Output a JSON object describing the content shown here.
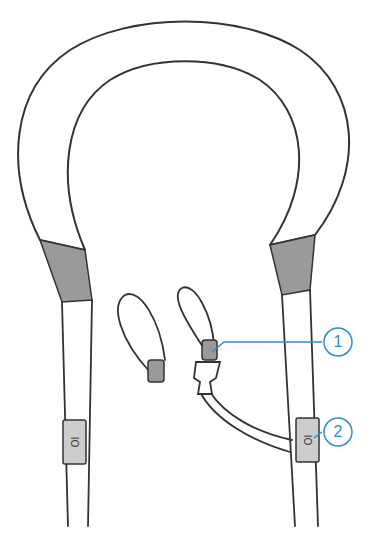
{
  "diagram": {
    "labels": [
      "1",
      "2",
      "IO",
      "IO"
    ]
  }
}
